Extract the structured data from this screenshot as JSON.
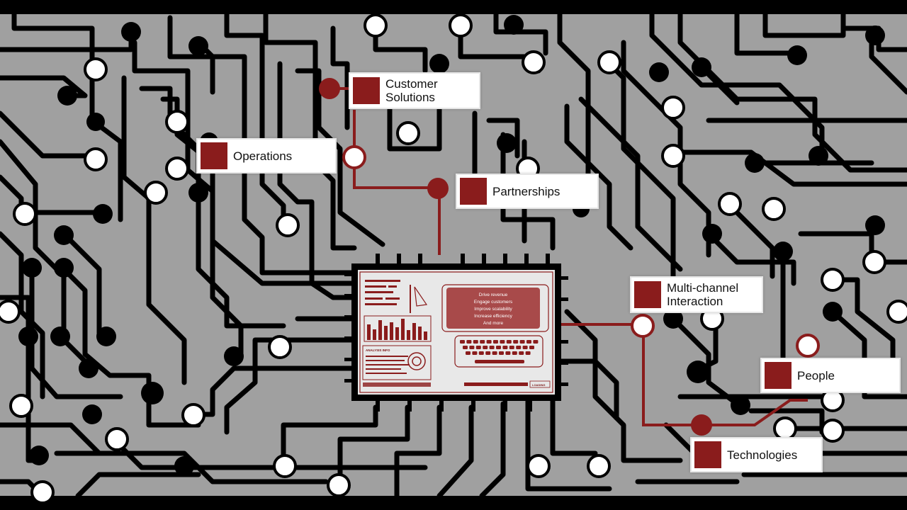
{
  "colors": {
    "board": "#a0a0a0",
    "trace": "#000000",
    "accent": "#8a1c1c",
    "chip_bg": "#e8e8e8",
    "pad_white": "#ffffff"
  },
  "labels": {
    "customer_solutions": "Customer\nSolutions",
    "operations": "Operations",
    "partnerships": "Partnerships",
    "multi_channel": "Multi-channel\nInteraction",
    "people": "People",
    "technologies": "Technologies"
  },
  "chip": {
    "goals": [
      "Drive revenue",
      "Engage customers",
      "Improve scalability",
      "Increase efficiency",
      "And more"
    ],
    "analysis_label": "ANALYSIS INFO",
    "loading_label": "LOADING"
  }
}
